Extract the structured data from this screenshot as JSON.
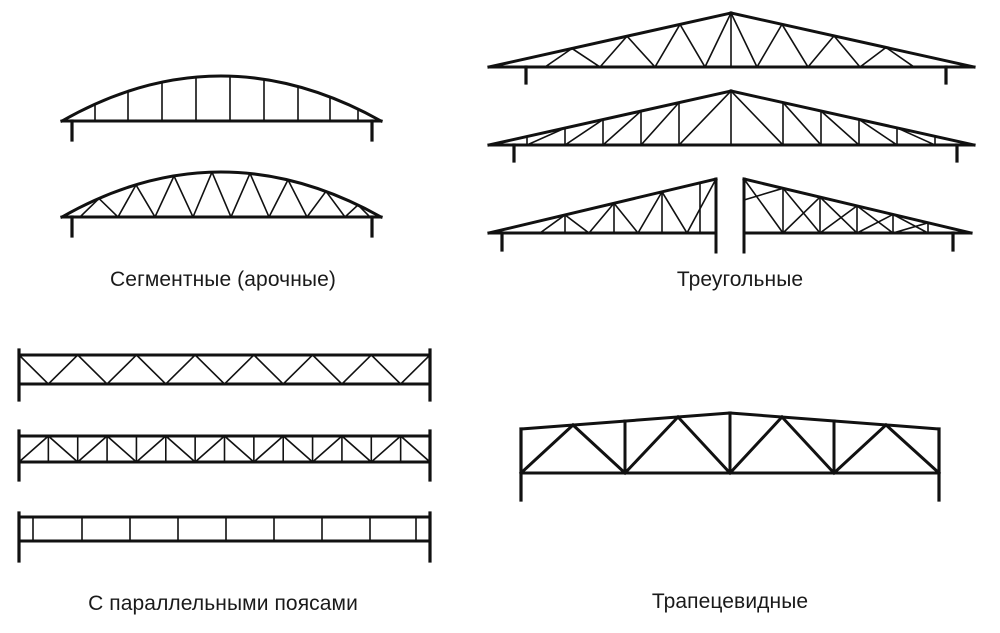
{
  "captions": {
    "segmental": "Сегментные (арочные)",
    "triangular": "Треугольные",
    "parallel": "С параллельными поясами",
    "trapezoidal": "Трапецевидные"
  },
  "colors": {
    "stroke": "#111111",
    "background": "#ffffff",
    "text": "#1a1a1a"
  }
}
